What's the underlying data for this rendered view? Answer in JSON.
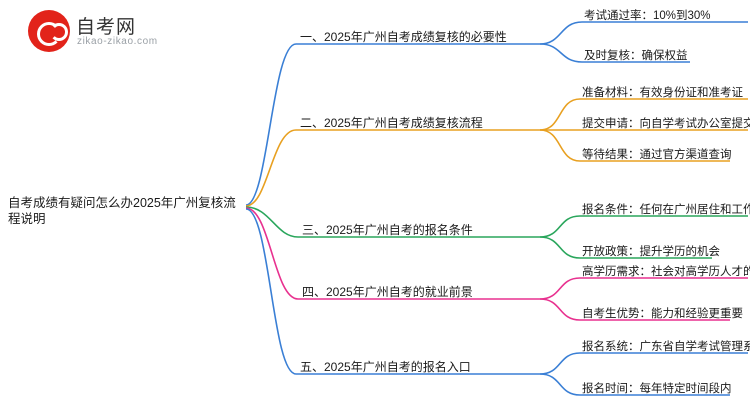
{
  "logo": {
    "title": "自考网",
    "subtitle": "zikao-zikao.com",
    "mark_color": "#e2231a"
  },
  "root": {
    "label": "自考成绩有疑问怎么办2025年广州复核流程说明"
  },
  "branches": [
    {
      "label": "一、2025年广州自考成绩复核的必要性",
      "color": "#3a7fd5",
      "leaves": [
        "考试通过率：10%到30%",
        "及时复核：确保权益"
      ]
    },
    {
      "label": "二、2025年广州自考成绩复核流程",
      "color": "#e8a020",
      "leaves": [
        "准备材料：有效身份证和准考证",
        "提交申请：向自学考试办公室提交申请",
        "等待结果：通过官方渠道查询"
      ]
    },
    {
      "label": "三、2025年广州自考的报名条件",
      "color": "#2aa65c",
      "leaves": [
        "报名条件：任何在广州居住和工作的公民",
        "开放政策：提升学历的机会"
      ]
    },
    {
      "label": "四、2025年广州自考的就业前景",
      "color": "#e8318f",
      "leaves": [
        "高学历需求：社会对高学历人才的需求",
        "自考生优势：能力和经验更重要"
      ]
    },
    {
      "label": "五、2025年广州自考的报名入口",
      "color": "#3a7fd5",
      "leaves": [
        "报名系统：广东省自学考试管理系统",
        "报名时间：每年特定时间段内"
      ]
    }
  ]
}
